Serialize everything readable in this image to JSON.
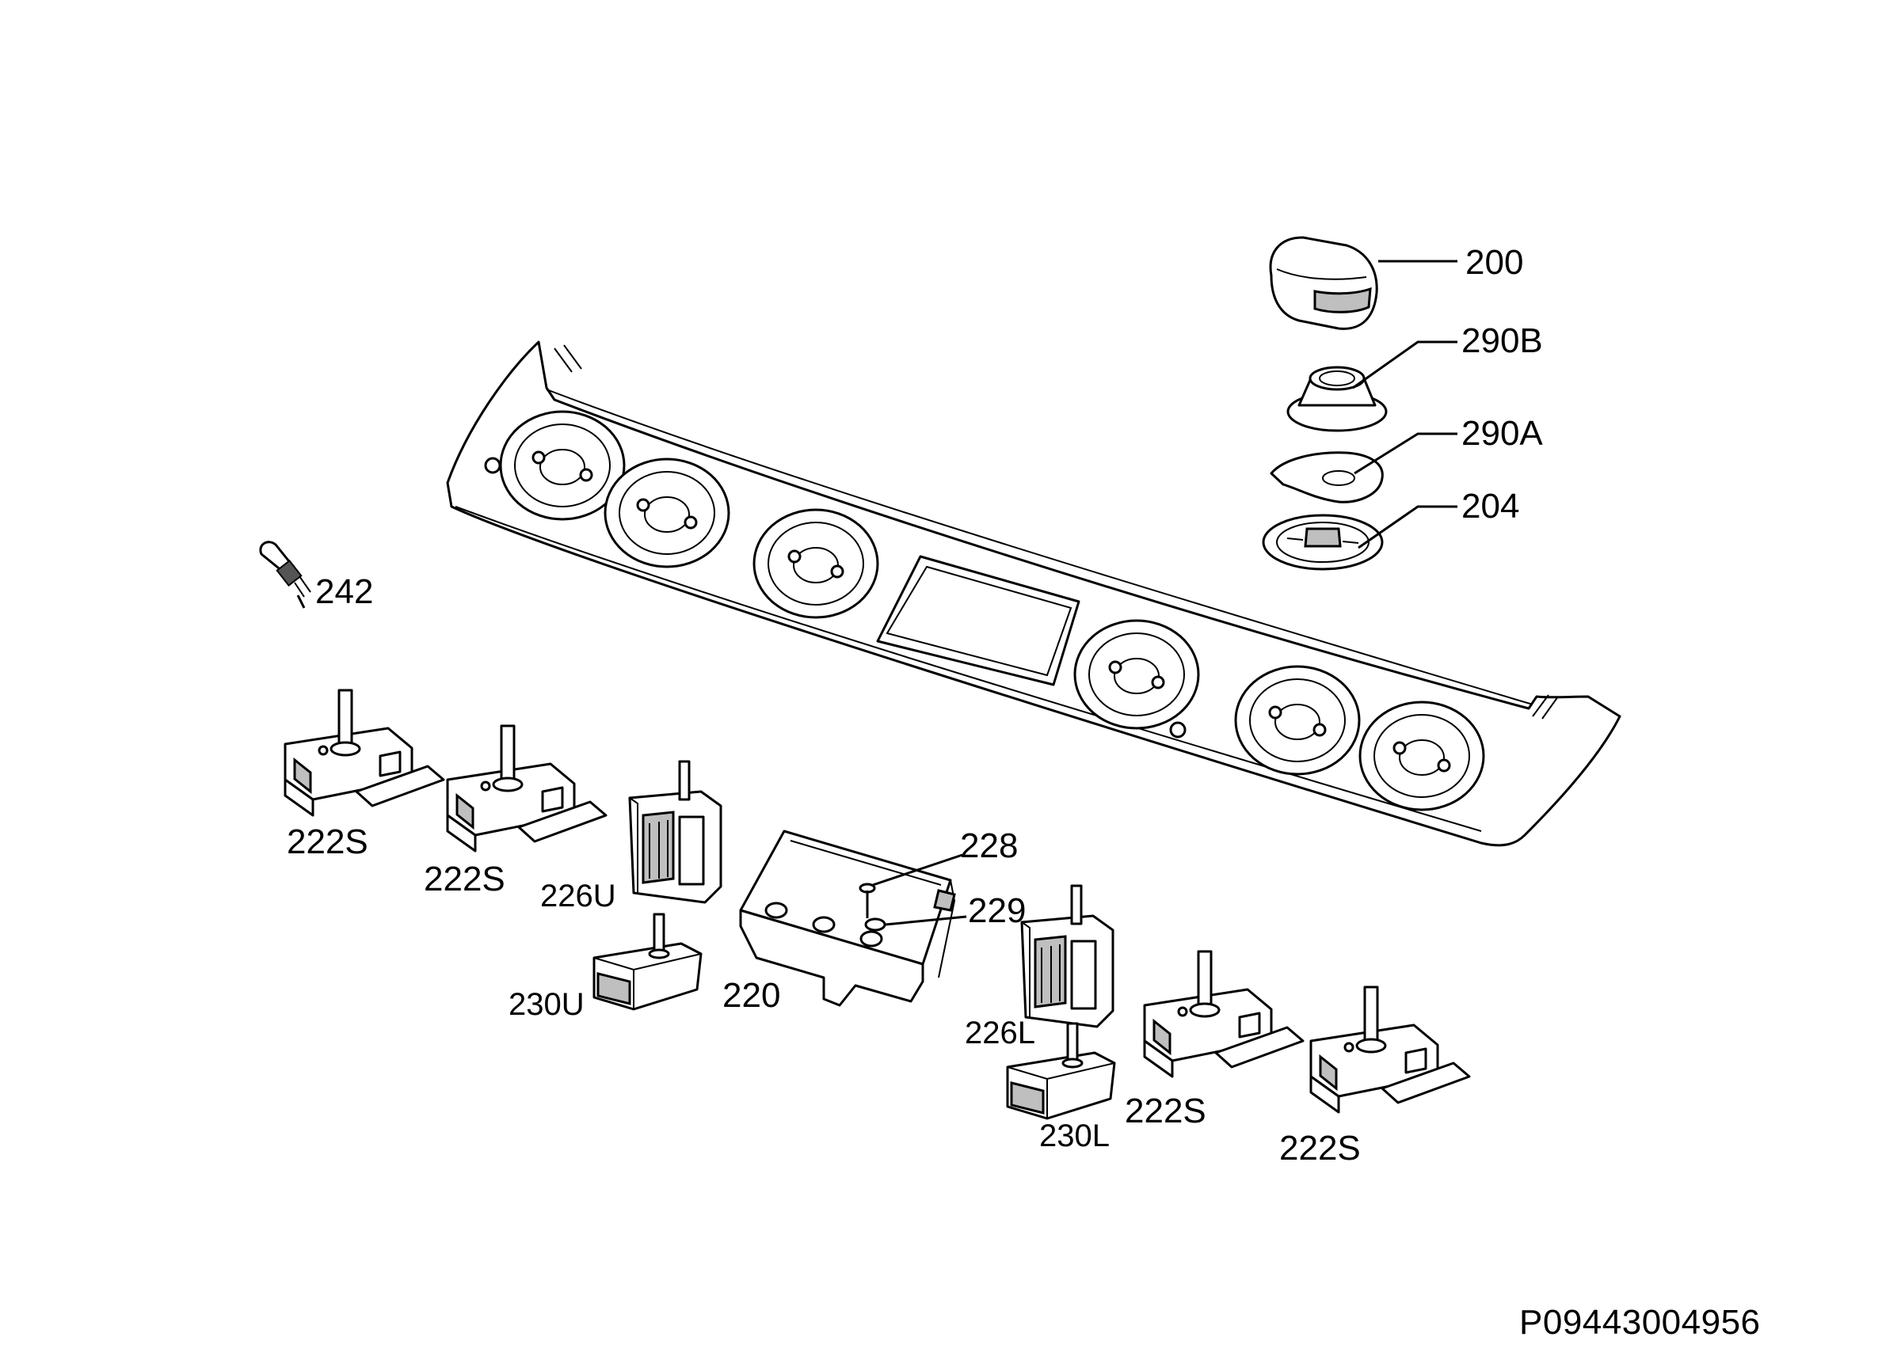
{
  "labels": {
    "knob": "200",
    "bezel": "290B",
    "gasket": "290A",
    "spring_plate": "204",
    "igniter": "242",
    "energy_reg_1": "222S",
    "energy_reg_2": "222S",
    "energy_reg_3": "222S",
    "energy_reg_4": "222S",
    "switch_upper": "226U",
    "switch_lower": "226L",
    "thermostat_upper": "230U",
    "thermostat_lower": "230L",
    "timer": "220",
    "screw": "228",
    "washer": "229"
  },
  "drawing_code": "P09443004956",
  "colors": {
    "line": "#000000",
    "background": "#ffffff",
    "shading": "#bfbfbf"
  }
}
